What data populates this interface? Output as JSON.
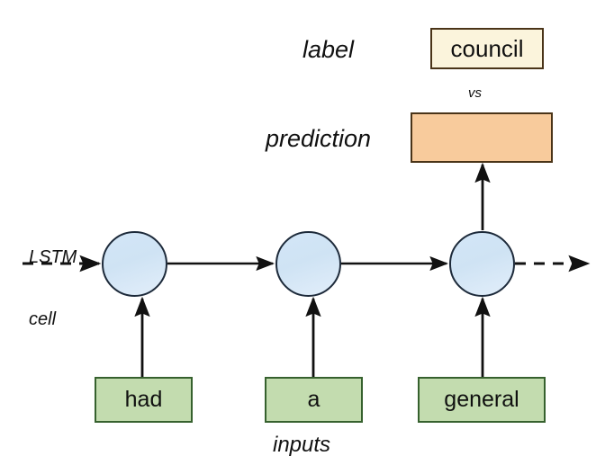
{
  "diagram": {
    "title": "LSTM sequence labeling diagram",
    "colors": {
      "cell_fill": "#cfe3f4",
      "cell_stroke": "#1d2a3a",
      "input_fill": "#c3dcaf",
      "input_stroke": "#36612e",
      "label_fill": "#fbf4dc",
      "label_stroke": "#4a3418",
      "prediction_fill": "#f8cb9c",
      "prediction_stroke": "#4a3418",
      "arrow": "#111111",
      "background": "#ffffff"
    },
    "annotations": {
      "lstm_cell_line1": "LSTM",
      "lstm_cell_line2": "cell",
      "label_caption": "label",
      "prediction_caption": "prediction",
      "inputs_caption": "inputs",
      "vs_caption": "vs"
    },
    "label_box": {
      "text": "council"
    },
    "prediction_box": {
      "text": ""
    },
    "inputs": [
      {
        "text": "had"
      },
      {
        "text": "a"
      },
      {
        "text": "general"
      }
    ],
    "cells": [
      {
        "name": "lstm-cell-1"
      },
      {
        "name": "lstm-cell-2"
      },
      {
        "name": "lstm-cell-3"
      }
    ]
  }
}
